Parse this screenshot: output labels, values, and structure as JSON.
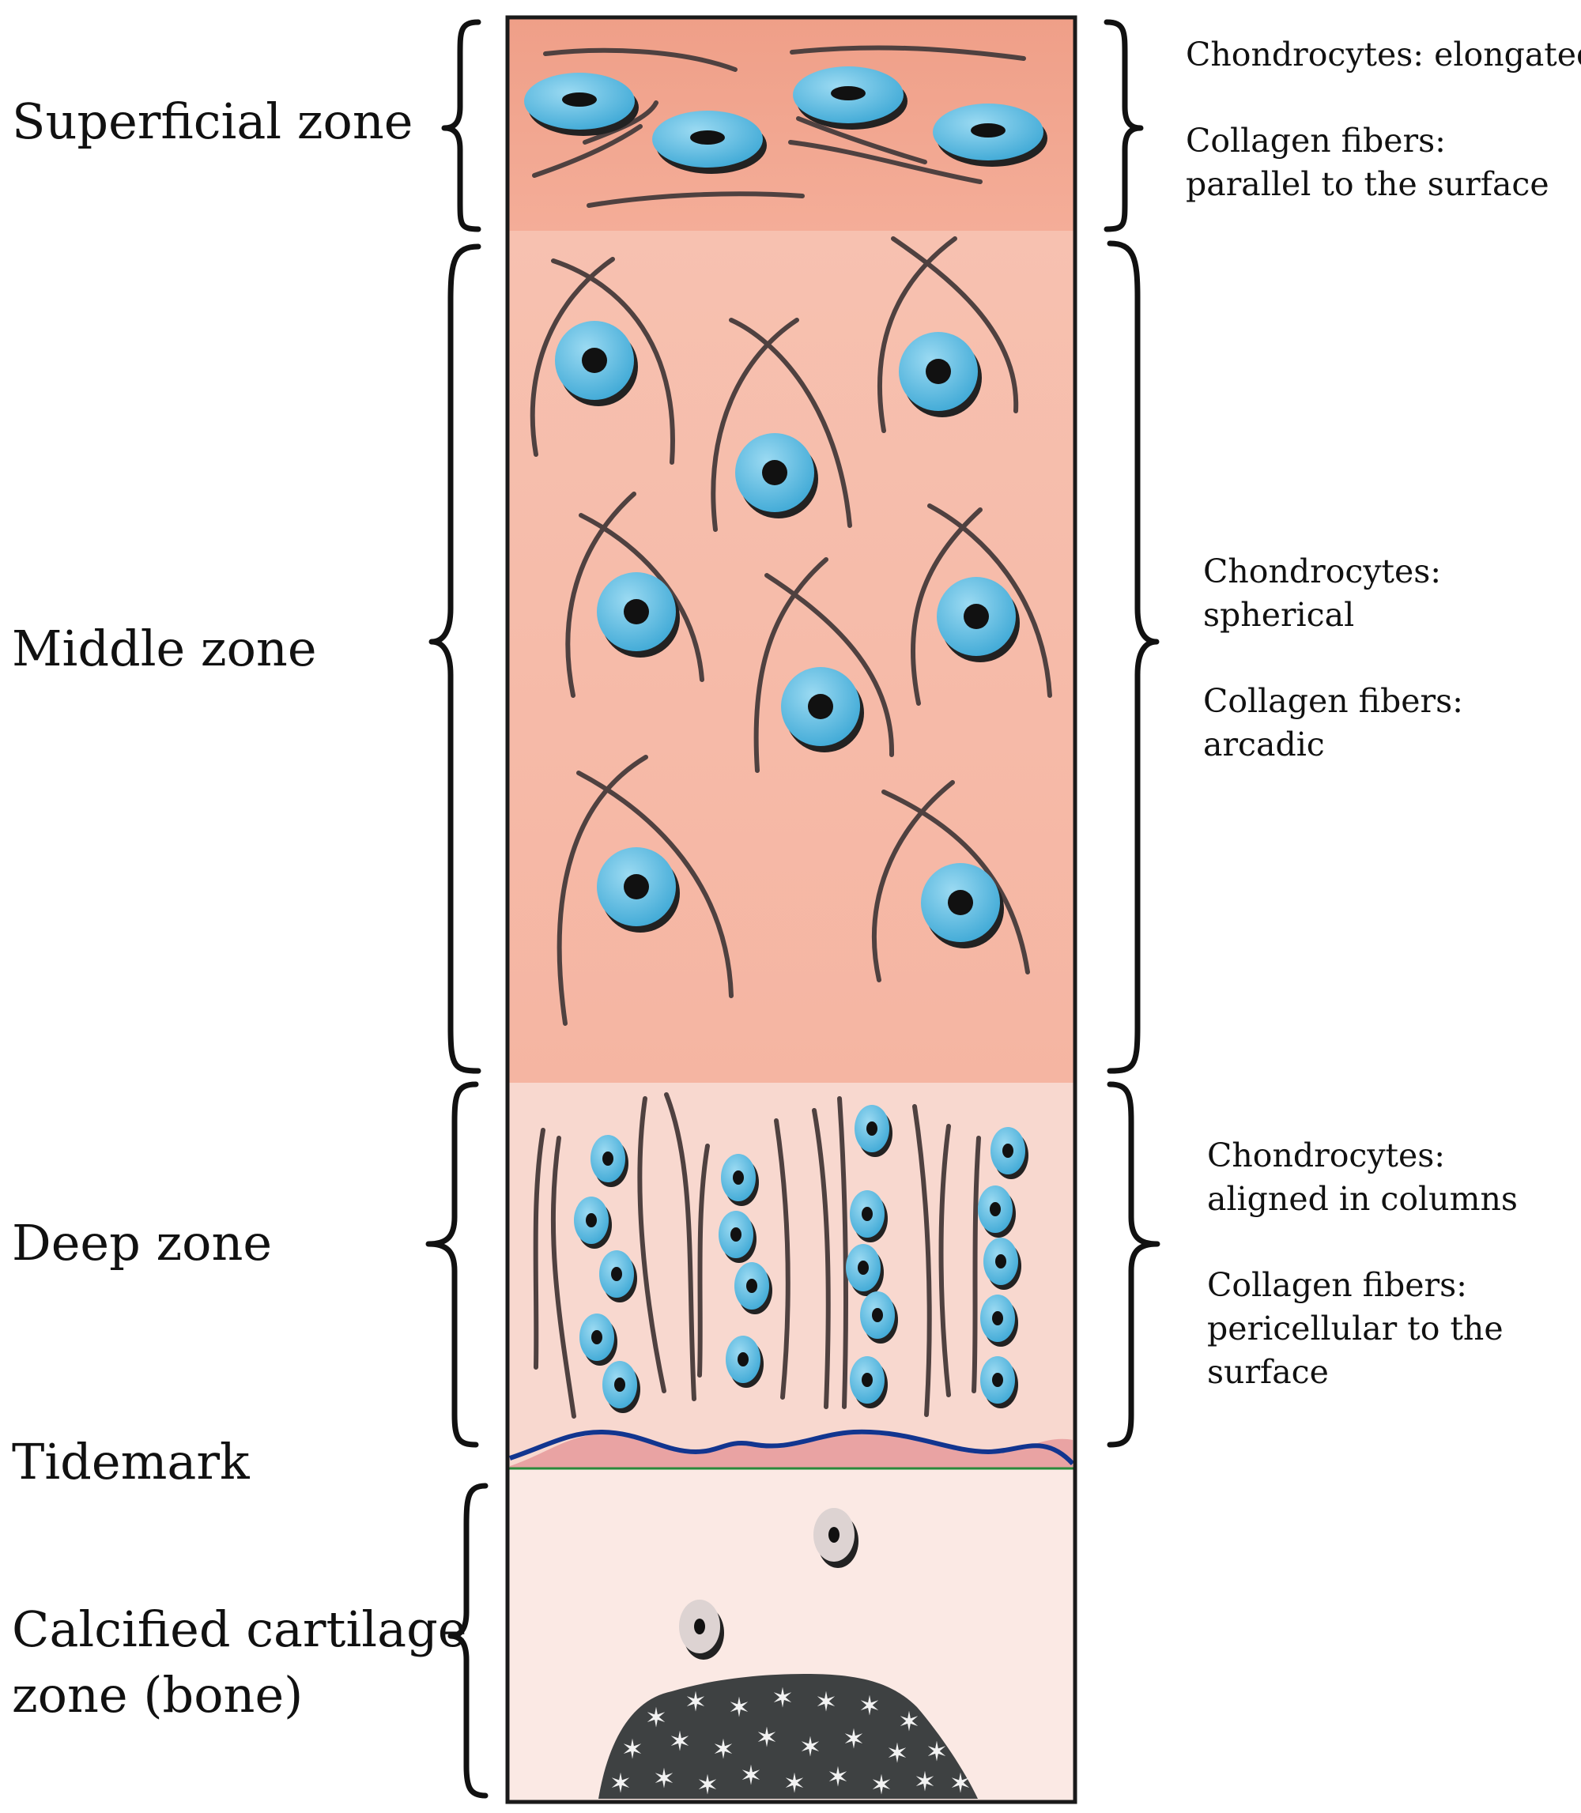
{
  "left_labels": {
    "superficial": "Superficial zone",
    "middle": "Middle zone",
    "deep": "Deep zone",
    "tidemark": "Tidemark",
    "calcified_line1": "Calcified cartilage",
    "calcified_line2": "zone (bone)"
  },
  "descriptions": {
    "superficial": {
      "line1": "Chondrocytes: elongated",
      "line2": "Collagen fibers:",
      "line3": "parallel to the surface"
    },
    "middle": {
      "line1": "Chondrocytes:",
      "line2": "spherical",
      "line3": "Collagen fibers:",
      "line4": "arcadic"
    },
    "deep": {
      "line1": "Chondrocytes:",
      "line2": "aligned in columns",
      "line3": "Collagen fibers:",
      "line4": "pericellular to the",
      "line5": "surface"
    }
  },
  "colors": {
    "superficial_fill": "#f1a48e",
    "middle_fill": "#f6bba9",
    "deep_fill": "#f8d9d0",
    "calcified_fill": "#fbe8e3",
    "cell_blue": "#5bbbe0",
    "tidemark_line": "#12358f",
    "bone_dark": "#3e4142"
  }
}
